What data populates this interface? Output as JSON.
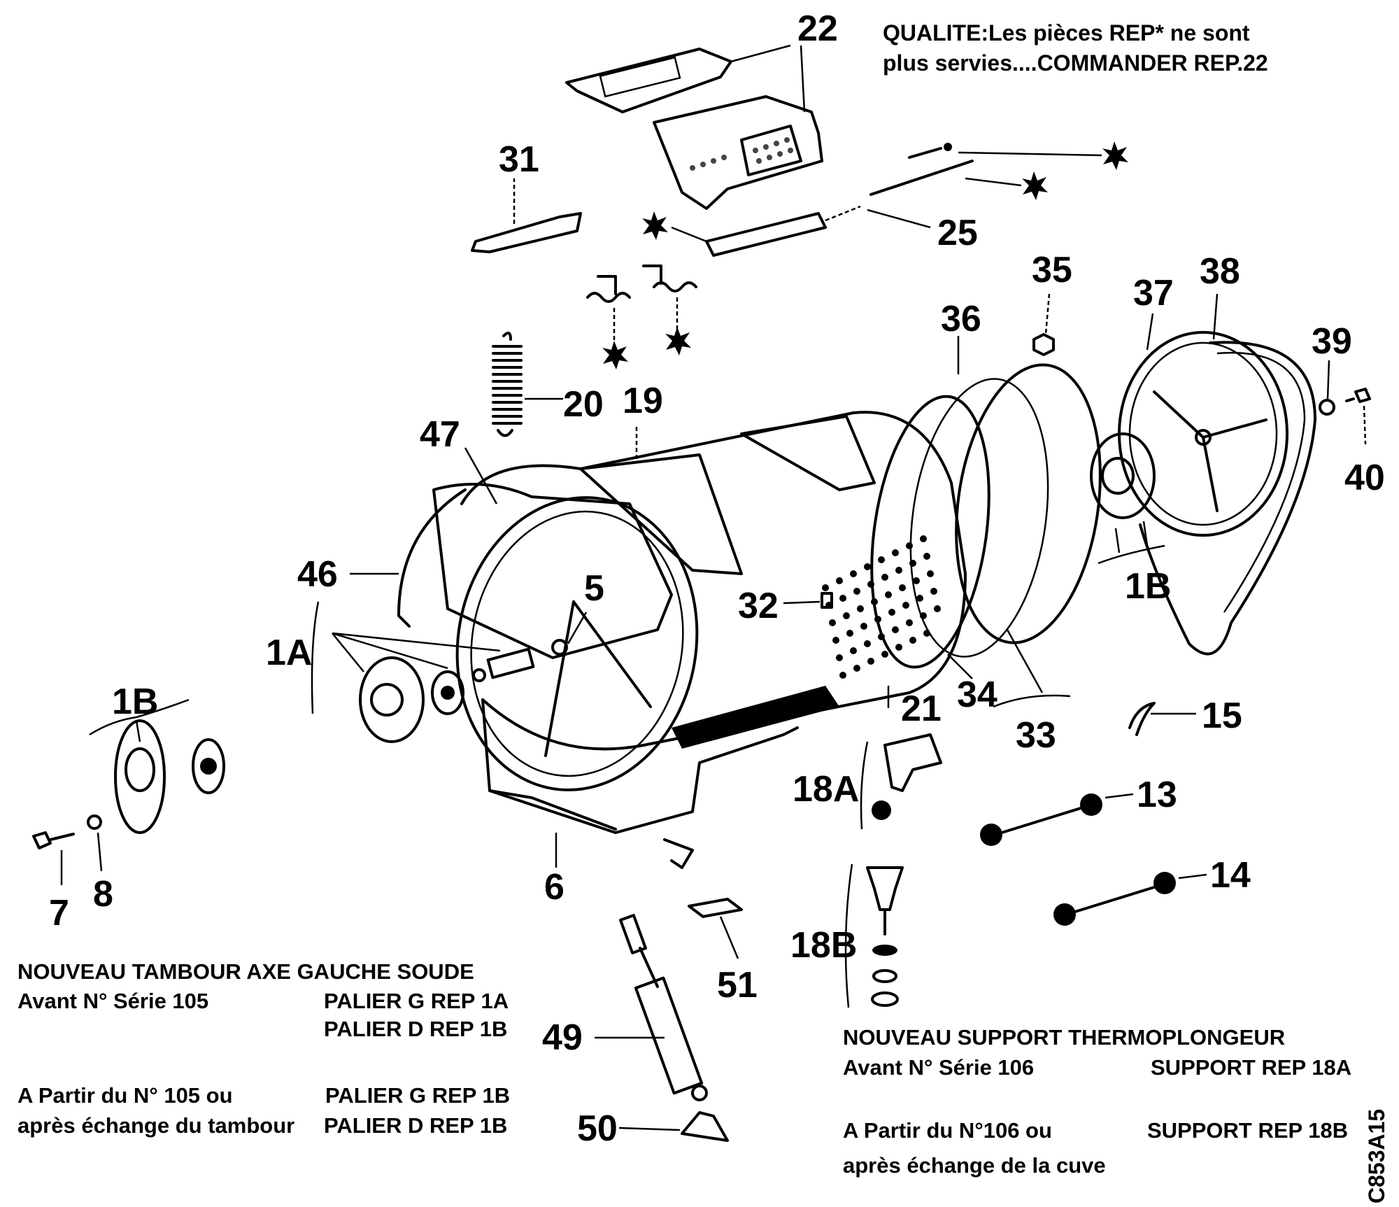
{
  "title_note": {
    "line1": "QUALITE:Les pièces REP* ne sont",
    "line2": "plus servies....COMMANDER REP.22"
  },
  "labels": {
    "l22": "22",
    "l31": "31",
    "l25": "25",
    "l35": "35",
    "l36": "36",
    "l37": "37",
    "l38": "38",
    "l39": "39",
    "l40": "40",
    "l20": "20",
    "l19": "19",
    "l47": "47",
    "l46": "46",
    "l1A": "1A",
    "l5": "5",
    "l32": "32",
    "l1B_right": "1B",
    "l1B_left": "1B",
    "l21": "21",
    "l34": "34",
    "l33": "33",
    "l15": "15",
    "l13": "13",
    "l14": "14",
    "l18A": "18A",
    "l18B": "18B",
    "l7": "7",
    "l8": "8",
    "l6": "6",
    "l51": "51",
    "l49": "49",
    "l50": "50"
  },
  "drum_note": {
    "heading": "NOUVEAU TAMBOUR AXE GAUCHE SOUDE",
    "row1_left": "Avant N° Série 105",
    "row1_right": "PALIER G REP 1A",
    "row2_right": "PALIER D REP 1B",
    "row3_left": "A  Partir du N° 105 ou",
    "row3_right": "PALIER G REP 1B",
    "row4_left": "après échange du tambour",
    "row4_right": "PALIER D REP 1B"
  },
  "support_note": {
    "heading": "NOUVEAU SUPPORT  THERMOPLONGEUR",
    "row1_left": "Avant N° Série 106",
    "row1_right": "SUPPORT  REP 18A",
    "row2_left": "A  Partir du N°106  ou",
    "row2_right": "SUPPORT  REP 18B",
    "row3_left": "après échange de la cuve"
  },
  "drawing_code": "C853A15"
}
